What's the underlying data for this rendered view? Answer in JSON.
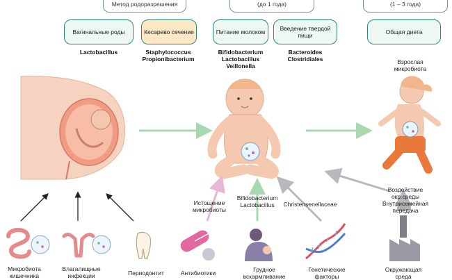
{
  "top_boxes": {
    "delivery_method": "Метод родоразрешения",
    "infancy": "(до 1 года)",
    "toddler": "(1 – 3 года)"
  },
  "pills": {
    "vaginal": "Вагинальные роды",
    "cesarean": "Кесарево сечение",
    "milk": "Питание молоком",
    "solid_food": "Введение твердой пищи",
    "general_diet": "Общая диета"
  },
  "bacteria": {
    "vaginal": "Lactobacillus",
    "cesarean": "Staphylococcus\nPropionibacterium",
    "milk": "Bifidobacterium\nLactobacillus\nVeillonella",
    "solid_food": "Bacteroides\nClostridiales"
  },
  "labels": {
    "adult_microbiota": "Взрослая\nмикробиота",
    "depletion": "Истощение\nмикробиоты",
    "bifido_lacto": "Bifidobacterium\nLactobacillus",
    "christensenellaceae": "Christensenellaceae",
    "environment": "Воздействие\nокр.среды\nВнутрисемейная\nпередача",
    "intestinal_microbiota": "Микробиота\nкишечника",
    "vaginal_infections": "Влагалищные\nинфекции",
    "periodontitis": "Периодонтит",
    "antibiotics": "Антибиотики",
    "breastfeeding": "Грудное\nвскармливание",
    "genetic_factors": "Генетические\nфакторы",
    "environment_bottom": "Окружающая\nсреда"
  },
  "colors": {
    "pill_border": "#2a8a7a",
    "pill_fill": "#eef7f1",
    "pill_highlight": "#fbe7c4",
    "arrow_green": "#a8d8b0",
    "arrow_pink": "#e7b7d6",
    "arrow_grey": "#b8b8be",
    "skin": "#f5c9b0",
    "orange": "#e8793a"
  }
}
